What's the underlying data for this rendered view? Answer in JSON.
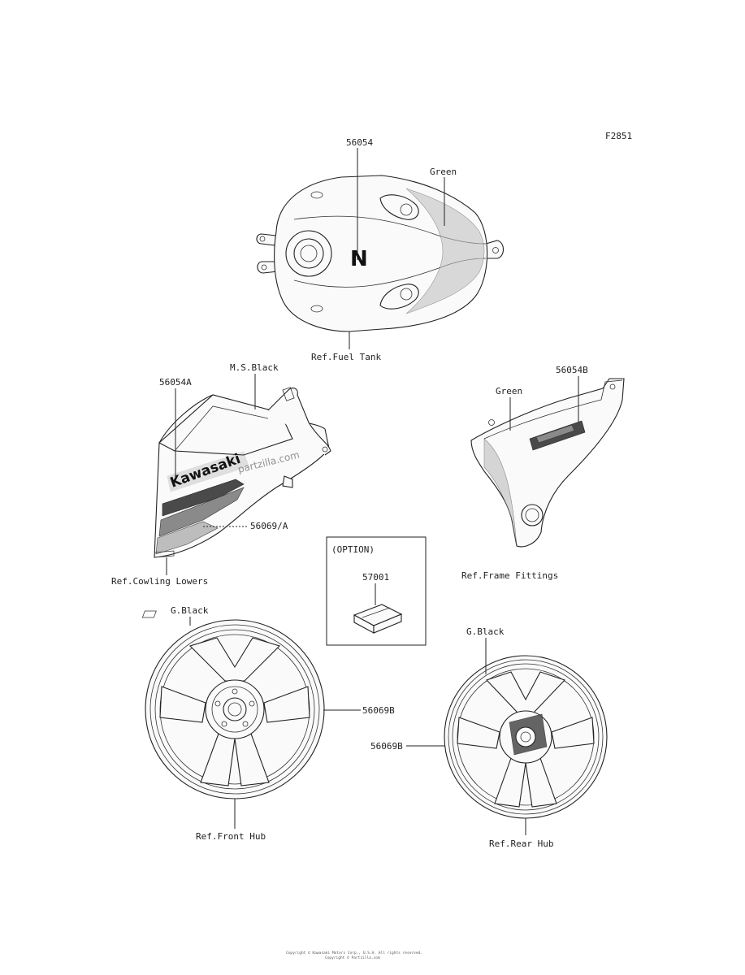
{
  "figure_code": "F2851",
  "callouts": {
    "tank_part": "56054",
    "tank_color": "Green",
    "tank_ref": "Ref.Fuel Tank",
    "cowl_part": "56054A",
    "cowl_color": "M.S.Black",
    "cowl_stripe": "56069/A",
    "cowl_ref": "Ref.Cowling Lowers",
    "frame_part": "56054B",
    "frame_color": "Green",
    "frame_ref": "Ref.Frame Fittings",
    "option_title": "(OPTION)",
    "option_part": "57001",
    "front_color": "G.Black",
    "front_part": "56069B",
    "front_ref": "Ref.Front Hub",
    "rear_color": "G.Black",
    "rear_part": "56069B",
    "rear_ref": "Ref.Rear Hub"
  },
  "decal_text": {
    "brand": "Kawasaki",
    "watermark": "partzilla.com",
    "tank_emblem": "N"
  },
  "footer": {
    "line1": "Copyright © Kawasaki Motors Corp., U.S.A. All rights reserved.",
    "line2": "Copyright © Partzilla.com"
  }
}
